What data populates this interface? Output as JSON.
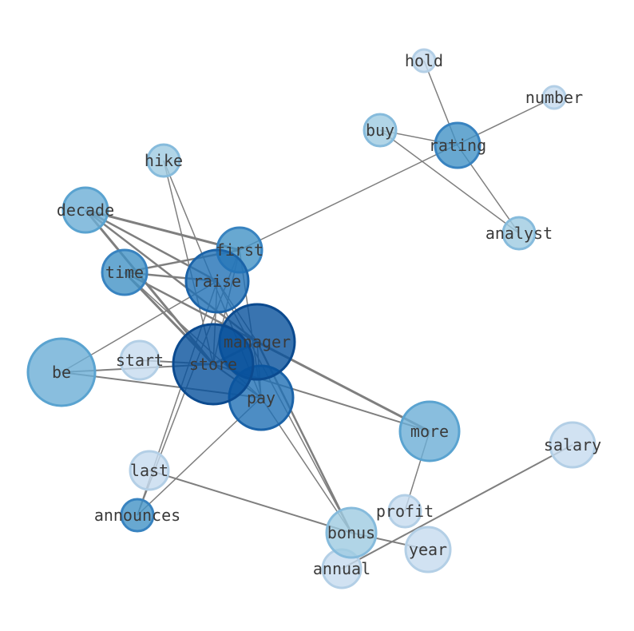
{
  "nodes": [
    {
      "id": "hold",
      "label": "hold",
      "shade": 0
    },
    {
      "id": "number",
      "label": "number",
      "shade": 0
    },
    {
      "id": "buy",
      "label": "buy",
      "shade": 1
    },
    {
      "id": "rating",
      "label": "rating",
      "shade": 3
    },
    {
      "id": "hike",
      "label": "hike",
      "shade": 1
    },
    {
      "id": "analyst",
      "label": "analyst",
      "shade": 1
    },
    {
      "id": "decade",
      "label": "decade",
      "shade": 2
    },
    {
      "id": "first",
      "label": "first",
      "shade": 3
    },
    {
      "id": "time",
      "label": "time",
      "shade": 3
    },
    {
      "id": "raise",
      "label": "raise",
      "shade": 4
    },
    {
      "id": "manager",
      "label": "manager",
      "shade": 5
    },
    {
      "id": "start",
      "label": "start",
      "shade": 0
    },
    {
      "id": "be",
      "label": "be",
      "shade": 2
    },
    {
      "id": "store",
      "label": "store",
      "shade": 5
    },
    {
      "id": "pay",
      "label": "pay",
      "shade": 4
    },
    {
      "id": "more",
      "label": "more",
      "shade": 2
    },
    {
      "id": "salary",
      "label": "salary",
      "shade": 0
    },
    {
      "id": "last",
      "label": "last",
      "shade": 0
    },
    {
      "id": "announces",
      "label": "announces",
      "shade": 3
    },
    {
      "id": "profit",
      "label": "profit",
      "shade": 0
    },
    {
      "id": "bonus",
      "label": "bonus",
      "shade": 1
    },
    {
      "id": "year",
      "label": "year",
      "shade": 0
    },
    {
      "id": "annual",
      "label": "annual",
      "shade": 0
    }
  ],
  "edges": [
    [
      "hold",
      "rating"
    ],
    [
      "number",
      "first"
    ],
    [
      "buy",
      "rating"
    ],
    [
      "buy",
      "analyst"
    ],
    [
      "rating",
      "analyst"
    ],
    [
      "hike",
      "store"
    ],
    [
      "hike",
      "pay"
    ],
    [
      "decade",
      "first"
    ],
    [
      "decade",
      "raise"
    ],
    [
      "decade",
      "store"
    ],
    [
      "decade",
      "manager"
    ],
    [
      "first",
      "time"
    ],
    [
      "first",
      "store"
    ],
    [
      "first",
      "pay"
    ],
    [
      "first",
      "announces"
    ],
    [
      "time",
      "raise"
    ],
    [
      "time",
      "manager"
    ],
    [
      "time",
      "store"
    ],
    [
      "time",
      "pay"
    ],
    [
      "raise",
      "be"
    ],
    [
      "raise",
      "store"
    ],
    [
      "raise",
      "manager"
    ],
    [
      "raise",
      "announces"
    ],
    [
      "raise",
      "bonus"
    ],
    [
      "manager",
      "store"
    ],
    [
      "manager",
      "pay"
    ],
    [
      "manager",
      "more"
    ],
    [
      "manager",
      "bonus"
    ],
    [
      "start",
      "store"
    ],
    [
      "be",
      "store"
    ],
    [
      "be",
      "pay"
    ],
    [
      "store",
      "pay"
    ],
    [
      "store",
      "more"
    ],
    [
      "pay",
      "announces"
    ],
    [
      "pay",
      "bonus"
    ],
    [
      "more",
      "profit"
    ],
    [
      "last",
      "bonus"
    ],
    [
      "bonus",
      "year"
    ],
    [
      "salary",
      "annual"
    ]
  ],
  "palette": [
    "#c6dbef",
    "#9ecae1",
    "#6baed6",
    "#4292c6",
    "#2171b5",
    "#08519c"
  ]
}
